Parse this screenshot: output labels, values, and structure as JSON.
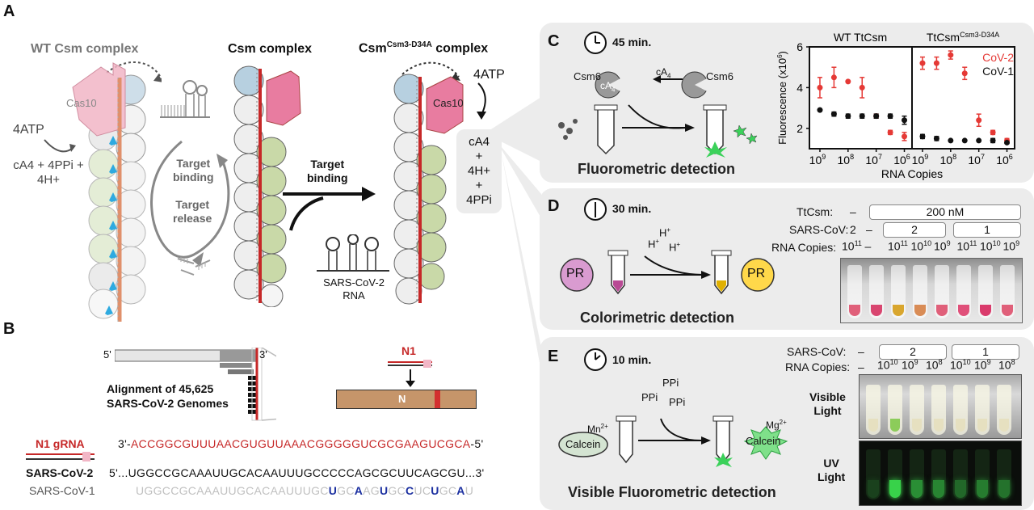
{
  "panel_a": {
    "letter": "A",
    "wt_title": "WT Csm complex",
    "csm_title": "Csm complex",
    "mut_title_main": "Csm",
    "mut_title_sup": "Csm3-D34A",
    "mut_title_end": " complex",
    "cas10": "Cas10",
    "atp_left": "4ATP",
    "products_left_1": "cA4 + 4PPi +",
    "products_left_2": "4H+",
    "target_binding_1": "Target",
    "target_binding_2": "binding",
    "target_release_1": "Target",
    "target_release_2": "release",
    "arrow_label_1": "Target",
    "arrow_label_2": "binding",
    "rna_label_1": "SARS-CoV-2",
    "rna_label_2": "RNA",
    "atp_right": "4ATP",
    "prod_ca4": "cA4",
    "prod_plus1": "+",
    "prod_h": "4H+",
    "prod_plus2": "+",
    "prod_ppi": "4PPi"
  },
  "panel_b": {
    "letter": "B",
    "five_prime": "5'",
    "three_prime": "3'",
    "alignment_1": "Alignment of 45,625",
    "alignment_2": "SARS-CoV-2 Genomes",
    "n1": "N1",
    "n_gene": "N",
    "grna_label": "N1 gRNA",
    "grna_seq_prefix": "3'-",
    "grna_seq": "ACCGGCGUUUAACGUGUUAAACGGGGGUCGCGAAGUCGCA",
    "grna_seq_suffix": "-5'",
    "cov2_label": "SARS-CoV-2",
    "cov2_prefix": "5'...",
    "cov2_seq": "UGGCCGCAAAUUGCACAAUUUGCCCCCAGCGCUUCAGCGU",
    "cov2_suffix": "...3'",
    "cov1_label": "SARS-CoV-1",
    "cov1_segments": [
      {
        "t": "UGGCCGCAAAUUGCACAAUUUGC",
        "m": false
      },
      {
        "t": "U",
        "m": true
      },
      {
        "t": "GC",
        "m": false
      },
      {
        "t": "A",
        "m": true
      },
      {
        "t": "AG",
        "m": false
      },
      {
        "t": "U",
        "m": true
      },
      {
        "t": "GC",
        "m": false
      },
      {
        "t": "C",
        "m": true
      },
      {
        "t": "UC",
        "m": false
      },
      {
        "t": "U",
        "m": true
      },
      {
        "t": "GC",
        "m": false
      },
      {
        "t": "A",
        "m": true
      },
      {
        "t": "U",
        "m": false
      }
    ]
  },
  "panel_c": {
    "letter": "C",
    "time": "45 min.",
    "csm6_left": "Csm6",
    "csm6_right": "Csm6",
    "ca4": "cA4",
    "ca4_bound": "cA4",
    "caption": "Fluorometric detection"
  },
  "chart_data": {
    "type": "scatter",
    "panels": [
      {
        "title": "WT TtCsm",
        "title_sup": ""
      },
      {
        "title": "TtCsm",
        "title_sup": "Csm3-D34A"
      }
    ],
    "ylabel": "Fluorescence (x10",
    "ylabel_sup": "6",
    "ylabel_end": ")",
    "xlabel": "RNA Copies",
    "xticks_left": [
      "10",
      "10",
      "10",
      "10"
    ],
    "xticks_left_exp": [
      "9",
      "8",
      "7",
      "6"
    ],
    "xticks_right": [
      "10",
      "10",
      "10",
      "10"
    ],
    "xticks_right_exp": [
      "9",
      "8",
      "7",
      "6"
    ],
    "yticks": [
      "2",
      "4",
      "6"
    ],
    "ylim": [
      1,
      6
    ],
    "x_log_range": [
      9.2,
      5.9
    ],
    "legend": [
      "CoV-2",
      "CoV-1"
    ],
    "colors": {
      "cov2": "#e53935",
      "cov1": "#111111"
    },
    "series": [
      {
        "name": "CoV-2",
        "panel": 0,
        "points": [
          [
            9.0,
            4.0,
            0.5
          ],
          [
            8.5,
            4.5,
            0.5
          ],
          [
            8.0,
            4.3,
            0.0
          ],
          [
            7.5,
            4.0,
            0.5
          ],
          [
            7.0,
            2.6,
            0.1
          ],
          [
            6.5,
            1.8,
            0.1
          ],
          [
            6.0,
            1.6,
            0.2
          ]
        ]
      },
      {
        "name": "CoV-1",
        "panel": 0,
        "points": [
          [
            9.0,
            2.9,
            0.0
          ],
          [
            8.5,
            2.7,
            0.1
          ],
          [
            8.0,
            2.6,
            0.1
          ],
          [
            7.5,
            2.6,
            0.1
          ],
          [
            7.0,
            2.6,
            0.1
          ],
          [
            6.5,
            2.6,
            0.1
          ],
          [
            6.0,
            2.4,
            0.2
          ]
        ]
      },
      {
        "name": "CoV-2",
        "panel": 1,
        "points": [
          [
            9.0,
            5.2,
            0.3
          ],
          [
            8.5,
            5.2,
            0.3
          ],
          [
            8.0,
            5.6,
            0.2
          ],
          [
            7.5,
            4.7,
            0.3
          ],
          [
            7.0,
            2.4,
            0.3
          ],
          [
            6.5,
            1.8,
            0.1
          ],
          [
            6.0,
            1.4,
            0.1
          ]
        ]
      },
      {
        "name": "CoV-1",
        "panel": 1,
        "points": [
          [
            9.0,
            1.6,
            0.1
          ],
          [
            8.5,
            1.5,
            0.1
          ],
          [
            8.0,
            1.4,
            0.0
          ],
          [
            7.5,
            1.4,
            0.0
          ],
          [
            7.0,
            1.4,
            0.0
          ],
          [
            6.5,
            1.4,
            0.1
          ],
          [
            6.0,
            1.3,
            0.0
          ]
        ]
      }
    ]
  },
  "panel_d": {
    "letter": "D",
    "time": "30 min.",
    "ttcsm_label": "TtCsm:",
    "ttcsm_none": "–",
    "ttcsm_conc": "200 nM",
    "sars_label": "SARS-CoV:",
    "sars_first": "2",
    "sars_dash": "–",
    "sars_2": "2",
    "sars_1": "1",
    "copies_label": "RNA Copies:",
    "copies": [
      {
        "b": "10",
        "e": "11"
      },
      {
        "b": "–",
        "e": ""
      },
      {
        "b": "10",
        "e": "11"
      },
      {
        "b": "10",
        "e": "10"
      },
      {
        "b": "10",
        "e": "9"
      },
      {
        "b": "10",
        "e": "11"
      },
      {
        "b": "10",
        "e": "10"
      },
      {
        "b": "10",
        "e": "9"
      }
    ],
    "h1": "H+",
    "h2": "H+",
    "h3": "H+",
    "pr_left": "PR",
    "pr_right": "PR",
    "caption": "Colorimetric detection",
    "tube_colors": [
      "#e0607a",
      "#d94670",
      "#d9a62e",
      "#d98c56",
      "#e0607a",
      "#e0507a",
      "#da3b6c",
      "#e0607a"
    ]
  },
  "panel_e": {
    "letter": "E",
    "time": "10 min.",
    "sars_label": "SARS-CoV:",
    "sars_dash": "–",
    "sars_2": "2",
    "sars_1": "1",
    "copies_label": "RNA Copies:",
    "copies_dash": "–",
    "copies": [
      {
        "b": "10",
        "e": "10"
      },
      {
        "b": "10",
        "e": "9"
      },
      {
        "b": "10",
        "e": "8"
      },
      {
        "b": "10",
        "e": "10"
      },
      {
        "b": "10",
        "e": "9"
      },
      {
        "b": "10",
        "e": "8"
      }
    ],
    "ppi1": "PPi",
    "ppi2": "PPi",
    "ppi3": "PPi",
    "mn_label": "Mn",
    "mn_sup": "2+",
    "mg_label": "Mg",
    "mg_sup": "2+",
    "calcein_left": "Calcein",
    "calcein_right": "Calcein",
    "visible_1": "Visible",
    "visible_2": "Light",
    "uv_1": "UV",
    "uv_2": "Light",
    "caption": "Visible Fluorometric detection"
  }
}
